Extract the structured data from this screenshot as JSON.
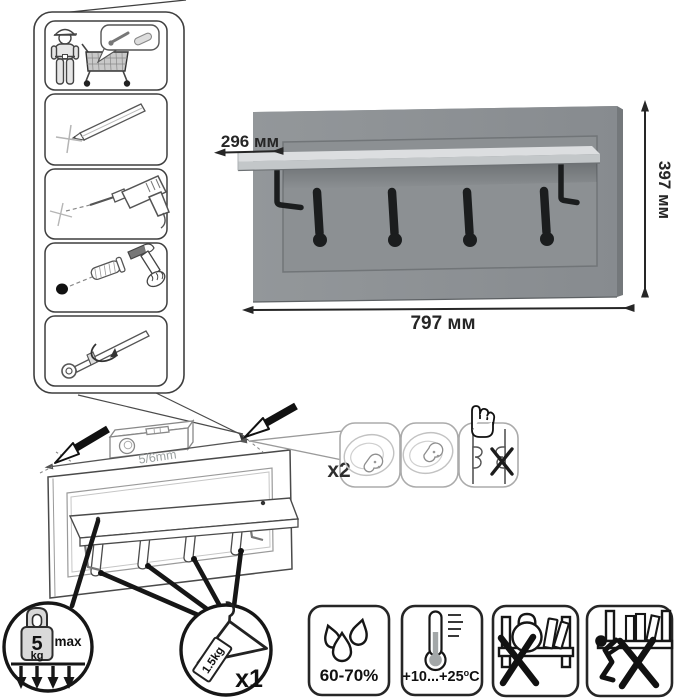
{
  "product": {
    "depth_label": "296 мм",
    "height_label": "397 мм",
    "width_label": "797 мм"
  },
  "assembly": {
    "drill_label": "5/6mm",
    "fastener_count": "x2"
  },
  "load": {
    "value": "5",
    "unit": "kg",
    "max_label": "max"
  },
  "hanger": {
    "tag_label": "1.5kg",
    "count_label": "x1"
  },
  "care": {
    "humidity_label": "60-70%",
    "temp_prefix": "+10...+25",
    "temp_sup": "o",
    "temp_unit": "C"
  },
  "icons": {
    "steps": [
      "purchase-cart-icon",
      "pencil-mark-icon",
      "drill-icon",
      "hammer-dowel-icon",
      "screw-hook-icon"
    ],
    "callout": [
      "keyhole-plate-icon",
      "keyhole-plate-icon",
      "mount-orientation-icon",
      "press-hand-icon"
    ],
    "care": [
      "humidity-drops-icon",
      "temperature-range-icon",
      "no-heavy-load-icon",
      "no-climbing-icon"
    ]
  }
}
